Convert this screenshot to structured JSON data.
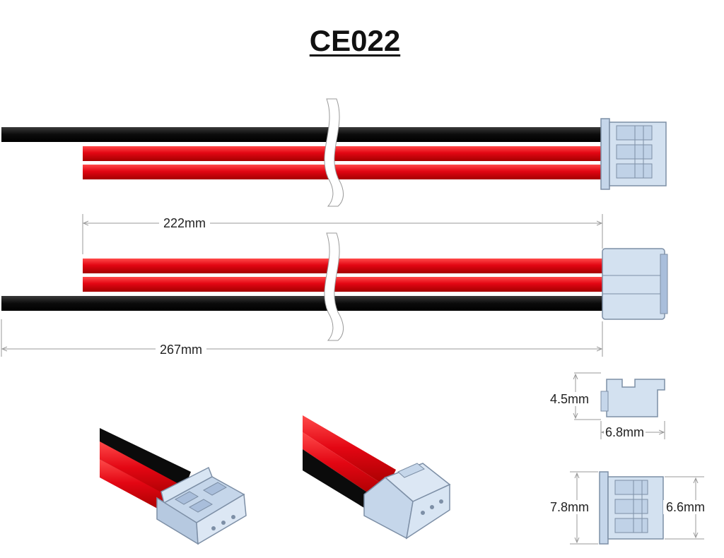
{
  "title": "CE022",
  "colors": {
    "wire_black": "#0b0b0b",
    "wire_red": "#e30613",
    "connector_fill": "#c5d6ea",
    "connector_stroke": "#7d8fa6",
    "dimension_line": "#9a9a9a"
  },
  "dimensions": {
    "short_wire_length": "222mm",
    "long_wire_length": "267mm",
    "connector_height": "4.5mm",
    "connector_depth": "6.8mm",
    "connector_width_outer": "7.8mm",
    "connector_width_inner": "6.6mm"
  }
}
